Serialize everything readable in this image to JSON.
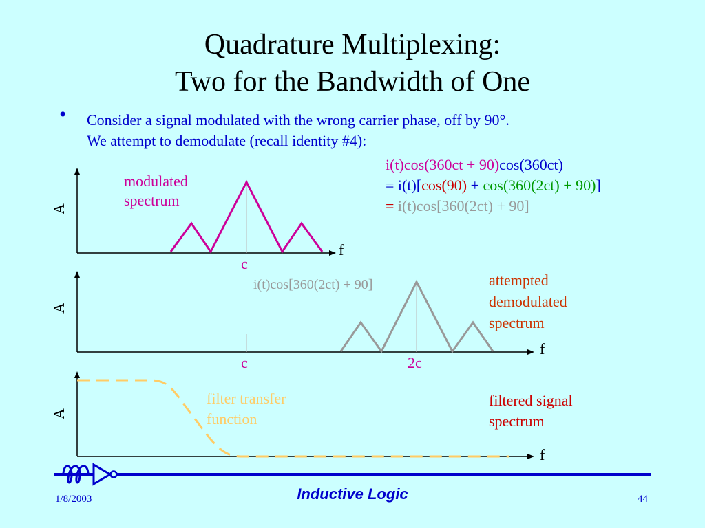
{
  "title": {
    "line1": "Quadrature Multiplexing:",
    "line2": "Two for the Bandwidth of One"
  },
  "bullet": {
    "line1": "Consider a signal modulated with the wrong carrier phase, off by 90°.",
    "line2": "We attempt to demodulate (recall identity #4):"
  },
  "equations": {
    "line1": {
      "a": "i(t)cos(360ct + 90)",
      "b": "cos(360ct)"
    },
    "line2": {
      "a": "= i(t)[",
      "b": "cos(90)",
      "c": " + ",
      "d": "cos(360(2ct) + 90)",
      "e": "]"
    },
    "line3": {
      "a": "= ",
      "b": "i(t)cos[360(2ct) + 90]"
    }
  },
  "plots": {
    "top": {
      "ylabel": "A",
      "xlabel": "f",
      "tick": "c",
      "label1": "modulated",
      "label2": "spectrum"
    },
    "middle": {
      "ylabel": "A",
      "xlabel": "f",
      "tick1": "c",
      "tick2": "2c",
      "annotation": "i(t)cos[360(2ct) + 90]",
      "label1": "attempted",
      "label2": "demodulated",
      "label3": "spectrum"
    },
    "bottom": {
      "ylabel": "A",
      "xlabel": "f",
      "filter1": "filter transfer",
      "filter2": "function",
      "label1": "filtered signal",
      "label2": "spectrum"
    }
  },
  "footer": {
    "date": "1/8/2003",
    "brand": "Inductive Logic",
    "page": "44"
  },
  "colors": {
    "background": "#ccffff",
    "text": "#0000cc",
    "magenta": "#cc0099",
    "red": "#cc0000",
    "green": "#009900",
    "gray": "#999999",
    "orange": "#cc3300",
    "filter": "#ffcc66"
  }
}
